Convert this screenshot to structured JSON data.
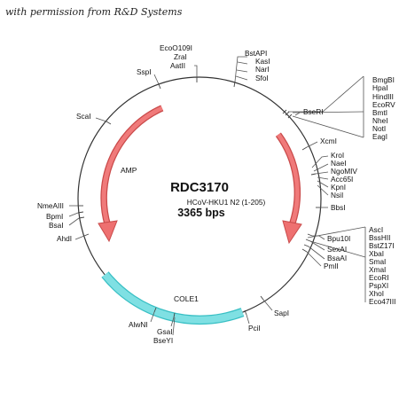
{
  "permission_note": "with permission from R&D Systems",
  "plasmid": {
    "name": "RDC3170",
    "insert": "HCoV-HKU1 N2 (1-205)",
    "size": "3365 bps"
  },
  "features": {
    "amp": "AMP",
    "cole1": "COLE1"
  },
  "colors": {
    "backbone": "#333333",
    "amp_arrow": "#e06666",
    "cole1_band": "#6fd3d6",
    "tick": "#555555"
  },
  "sites": {
    "ecoo109i": "EcoO109I",
    "zrai": "ZraI",
    "aatii": "AatII",
    "sspi": "SspI",
    "bstapi": "BstAPI",
    "kasi": "KasI",
    "nari": "NarI",
    "sfoi": "SfoI",
    "scai": "ScaI",
    "bseri": "BseRI",
    "cluster_top": [
      "BmgBI",
      "HpaI",
      "HindIII",
      "EcoRV",
      "BmtI",
      "NheI",
      "NotI",
      "EagI"
    ],
    "xcmi": "XcmI",
    "kroi": "KroI",
    "naei": "NaeI",
    "ngomiv": "NgoMIV",
    "acc65i": "Acc65I",
    "kpni": "KpnI",
    "nsii": "NsiI",
    "bbsi": "BbsI",
    "nmeaiii": "NmeAIII",
    "bpmi": "BpmI",
    "bsai": "BsaI",
    "ahdi": "AhdI",
    "bpu10i": "Bpu10I",
    "sexai": "SexAI",
    "bsaai": "BsaAI",
    "pmli": "PmlI",
    "cluster_bottom": [
      "AscI",
      "BssHII",
      "BstZ17I",
      "XbaI",
      "SmaI",
      "XmaI",
      "EcoRI",
      "PspXI",
      "XhoI",
      "Eco47III"
    ],
    "sapi": "SapI",
    "pcii": "PciI",
    "alwni": "AlwNI",
    "gsai": "GsaI",
    "bseyi": "BseYI"
  }
}
